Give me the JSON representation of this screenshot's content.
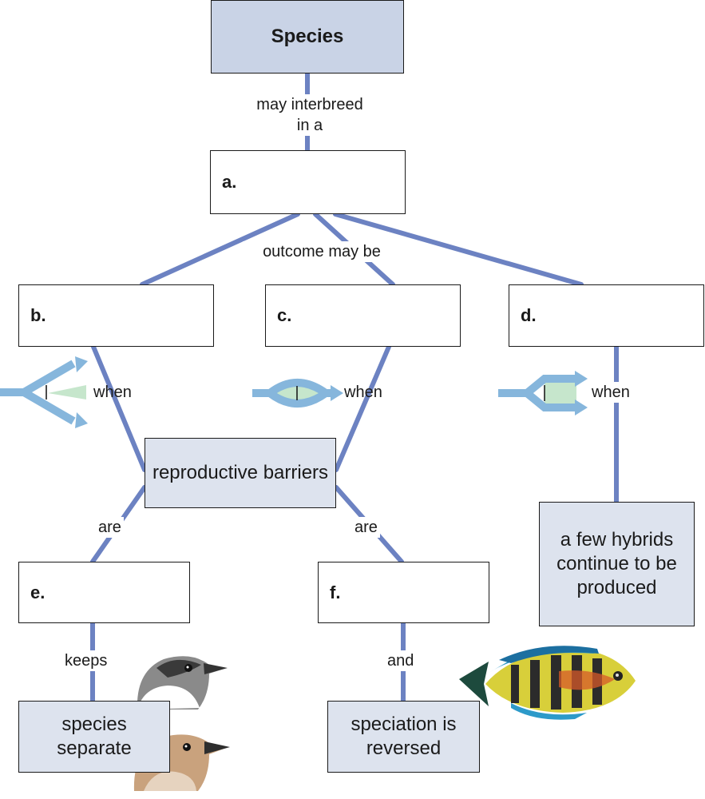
{
  "nodes": {
    "species": "Species",
    "a": "a.",
    "b": "b.",
    "c": "c.",
    "d": "d.",
    "reproductive_barriers": "reproductive barriers",
    "few_hybrids": "a few hybrids continue to be produced",
    "e": "e.",
    "f": "f.",
    "species_separate": "species separate",
    "speciation_reversed": "speciation is reversed"
  },
  "links": {
    "may_interbreed_1": "may interbreed",
    "may_interbreed_2": "in a",
    "outcome": "outcome may be",
    "when_b": "when",
    "when_c": "when",
    "when_d": "when",
    "are_e": "are",
    "are_f": "are",
    "keeps": "keeps",
    "and": "and"
  },
  "colors": {
    "connector": "#6c82c2",
    "title_box": "#c9d3e6",
    "filled_box": "#dde3ee",
    "arrow_blue": "#86b6dc",
    "arrow_green": "#c6e6cc"
  },
  "illustrations": {
    "bird_top": "gray-bird-head",
    "bird_bottom": "tan-bird-head",
    "fish": "cichlid-fish"
  }
}
